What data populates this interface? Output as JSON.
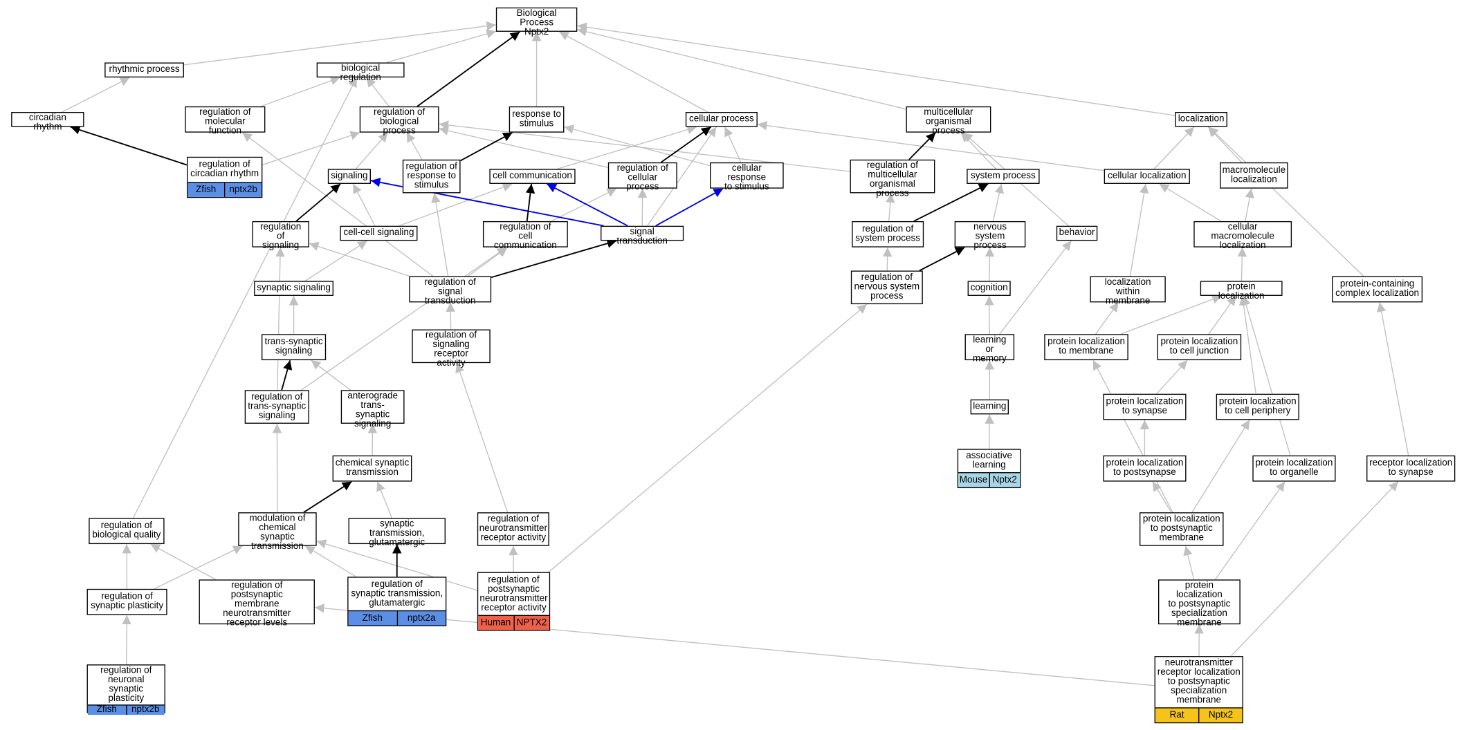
{
  "colors": {
    "edge_default": "#c0c0c0",
    "edge_highlight": "#000000",
    "edge_signal": "#0000ee",
    "Zfish": "#5b8fe6",
    "Human": "#ee6148",
    "Mouse": "#a8d6e6",
    "Rat": "#f5c41a"
  },
  "nodes": [
    {
      "id": "root",
      "label": "Biological Process\nNptx2"
    },
    {
      "id": "rhythmic",
      "label": "rhythmic process"
    },
    {
      "id": "bioreg",
      "label": "biological regulation"
    },
    {
      "id": "circ",
      "label": "circadian rhythm"
    },
    {
      "id": "regmol",
      "label": "regulation of\nmolecular function"
    },
    {
      "id": "regbio",
      "label": "regulation of\nbiological process"
    },
    {
      "id": "respstim",
      "label": "response to\nstimulus"
    },
    {
      "id": "cellproc",
      "label": "cellular process"
    },
    {
      "id": "multi",
      "label": "multicellular\norganismal process"
    },
    {
      "id": "loc",
      "label": "localization"
    },
    {
      "id": "regcirc",
      "label": "regulation of\ncircadian rhythm",
      "species": "Zfish",
      "gene": "nptx2b"
    },
    {
      "id": "signaling",
      "label": "signaling"
    },
    {
      "id": "regresp",
      "label": "regulation of\nresponse to\nstimulus"
    },
    {
      "id": "cellcomm",
      "label": "cell communication"
    },
    {
      "id": "regcellproc",
      "label": "regulation of\ncellular process"
    },
    {
      "id": "cellresp",
      "label": "cellular response\nto stimulus"
    },
    {
      "id": "regmulti",
      "label": "regulation of\nmulticellular\norganismal process"
    },
    {
      "id": "sysproc",
      "label": "system process"
    },
    {
      "id": "cellloc",
      "label": "cellular localization"
    },
    {
      "id": "macroloc",
      "label": "macromolecule\nlocalization"
    },
    {
      "id": "regsig",
      "label": "regulation of\nsignaling"
    },
    {
      "id": "cellcell",
      "label": "cell-cell signaling"
    },
    {
      "id": "regcellcomm",
      "label": "regulation of\ncell communication"
    },
    {
      "id": "sigtrans",
      "label": "signal transduction"
    },
    {
      "id": "regsys",
      "label": "regulation of\nsystem process"
    },
    {
      "id": "nervsys",
      "label": "nervous system\nprocess"
    },
    {
      "id": "behavior",
      "label": "behavior"
    },
    {
      "id": "cellmacroloc",
      "label": "cellular macromolecule\nlocalization"
    },
    {
      "id": "synsig",
      "label": "synaptic signaling"
    },
    {
      "id": "regsigtrans",
      "label": "regulation of\nsignal transduction"
    },
    {
      "id": "regnervsys",
      "label": "regulation of\nnervous system\nprocess"
    },
    {
      "id": "cognition",
      "label": "cognition"
    },
    {
      "id": "locmem",
      "label": "localization\nwithin membrane"
    },
    {
      "id": "protloc",
      "label": "protein localization"
    },
    {
      "id": "protcomplex",
      "label": "protein-containing\ncomplex localization"
    },
    {
      "id": "transsyn",
      "label": "trans-synaptic\nsignaling"
    },
    {
      "id": "regsigrec",
      "label": "regulation of\nsignaling receptor\nactivity"
    },
    {
      "id": "learnmem",
      "label": "learning or\nmemory"
    },
    {
      "id": "protlocmem",
      "label": "protein localization\nto membrane"
    },
    {
      "id": "protloccj",
      "label": "protein localization\nto cell junction"
    },
    {
      "id": "regtranssyn",
      "label": "regulation of\ntrans-synaptic\nsignaling"
    },
    {
      "id": "antero",
      "label": "anterograde\ntrans-synaptic\nsignaling"
    },
    {
      "id": "learning",
      "label": "learning"
    },
    {
      "id": "protlocsyn",
      "label": "protein localization\nto synapse"
    },
    {
      "id": "protlocperi",
      "label": "protein localization\nto cell periphery"
    },
    {
      "id": "chemsyn",
      "label": "chemical synaptic\ntransmission"
    },
    {
      "id": "assoc",
      "label": "associative\nlearning",
      "species": "Mouse",
      "gene": "Nptx2"
    },
    {
      "id": "protlocpost",
      "label": "protein localization\nto postsynapse"
    },
    {
      "id": "protlocorg",
      "label": "protein localization\nto organelle"
    },
    {
      "id": "recloc",
      "label": "receptor localization\nto synapse"
    },
    {
      "id": "regbioqual",
      "label": "regulation of\nbiological quality"
    },
    {
      "id": "modchem",
      "label": "modulation of\nchemical synaptic\ntransmission"
    },
    {
      "id": "syntransglu",
      "label": "synaptic transmission,\nglutamatergic"
    },
    {
      "id": "regneurorec",
      "label": "regulation of\nneurotransmitter\nreceptor activity"
    },
    {
      "id": "protlocpostmem",
      "label": "protein localization\nto postsynaptic\nmembrane"
    },
    {
      "id": "regsynplast",
      "label": "regulation of\nsynaptic plasticity"
    },
    {
      "id": "regpostmem",
      "label": "regulation of\npostsynaptic\nmembrane neurotransmitter\nreceptor levels"
    },
    {
      "id": "regsynglu",
      "label": "regulation of\nsynaptic transmission,\nglutamatergic",
      "species": "Zfish",
      "gene": "nptx2a"
    },
    {
      "id": "regpostneuro",
      "label": "regulation of\npostsynaptic\nneurotransmitter\nreceptor activity",
      "species": "Human",
      "gene": "NPTX2"
    },
    {
      "id": "protlocpostspec",
      "label": "protein localization\nto postsynaptic\nspecialization\nmembrane"
    },
    {
      "id": "regneuronal",
      "label": "regulation of\nneuronal synaptic\nplasticity",
      "species": "Zfish",
      "gene": "nptx2b"
    },
    {
      "id": "neurorecloc",
      "label": "neurotransmitter\nreceptor localization\nto postsynaptic\nspecialization\nmembrane",
      "species": "Rat",
      "gene": "Nptx2"
    }
  ]
}
